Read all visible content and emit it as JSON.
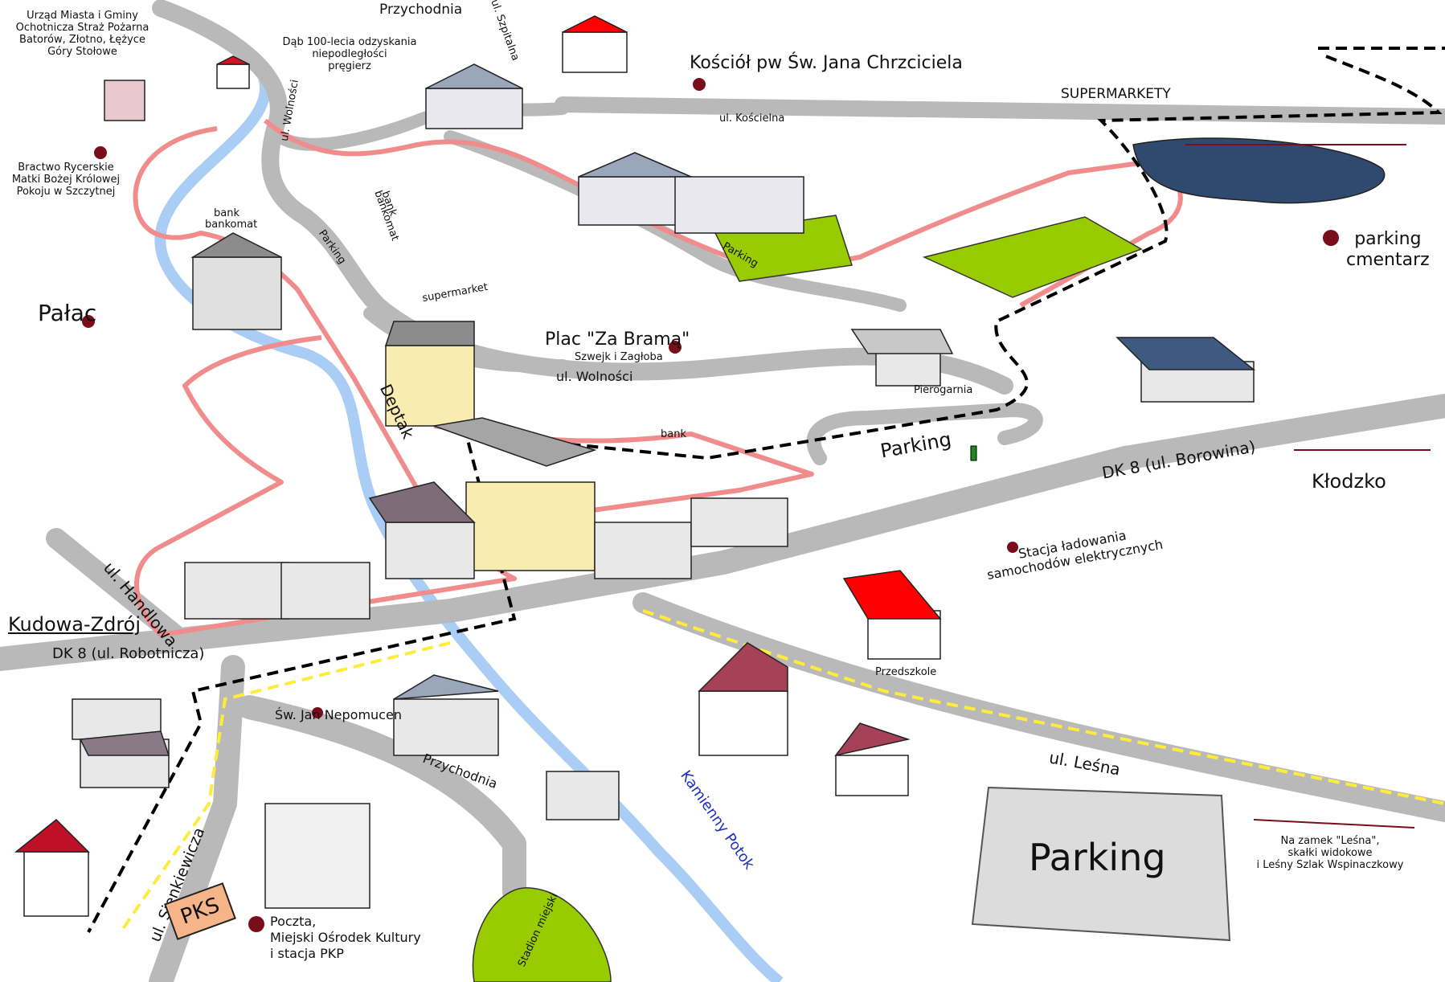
{
  "labels": {
    "urzad": "Urząd Miasta i Gminy\nOchotnicza Straż Pożarna\nBatorów, Złotno, Łężyce\nGóry Stołowe",
    "przychodnia_top": "Przychodnia",
    "dab": "Dąb 100-lecia odzyskania\nniepodległości\npręgierz",
    "szpitalna": "ul. Szpitalna",
    "wolnosci_vertical": "ul. Wolności",
    "kosciol": "Kościół pw Św. Jana Chrzciciela",
    "supermarkety": "SUPERMARKETY",
    "koscielna": "ul. Kościelna",
    "bractwo": "Bractwo Rycerskie\nMatki Bożej Królowej\nPokoju w Szczytnej",
    "bank_top": "bank",
    "bankomat_top": "bankomat",
    "bank_mid": "bank",
    "bankomat_mid": "bankomat",
    "parking_small": "Parking",
    "supermarket_small": "supermarket",
    "parking_road": "Parking",
    "parking_cmentarz": "parking\ncmentarz",
    "palac": "Pałac",
    "plac": "Plac \"Za Bramą\"",
    "plac_sub": "Szwejk i Zagłoba",
    "wolnosci": "ul. Wolności",
    "pierogarnia": "Pierogarnia",
    "deptak": "Deptak",
    "bank_center": "bank",
    "parking_center": "Parking",
    "dk8_borowina": "DK 8 (ul. Borowina)",
    "klodzko": "Kłodzko",
    "stacja": "Stacja ładowania\nsamochodów elektrycznych",
    "handlowa": "ul. Handlowa",
    "kudowa": "Kudowa-Zdrój",
    "dk8_robotnicza": "DK 8 (ul. Robotnicza)",
    "przedszkole": "Przedszkole",
    "nepomucen": "Św. Jan Nepomucen",
    "przychodnia_bottom": "Przychodnia",
    "kamienny": "Kamienny Potok",
    "lesna": "ul. Leśna",
    "parking_big": "Parking",
    "zamek": "Na zamek \"Leśna\",\nskałki widokowe\ni Leśny Szlak Wspinaczkowy",
    "sienkiewicza": "ul. Sienkiewicza",
    "pks": "PKS",
    "poczta": "Poczta,\nMiejski Ośrodek Kultury\ni stacja PKP",
    "stadion": "Stadion miejski"
  },
  "colors": {
    "road": "#b9b9b9",
    "river": "#a9cdf5",
    "pink_route": "#f08c8c",
    "roof_red": "#ff0000",
    "roof_maroon": "#a64257",
    "roof_grey": "#8c8c8c",
    "green": "#99cc00",
    "pond": "#2f4a6e",
    "marker": "#7a0d1a",
    "pks_bg": "#f5b589"
  }
}
